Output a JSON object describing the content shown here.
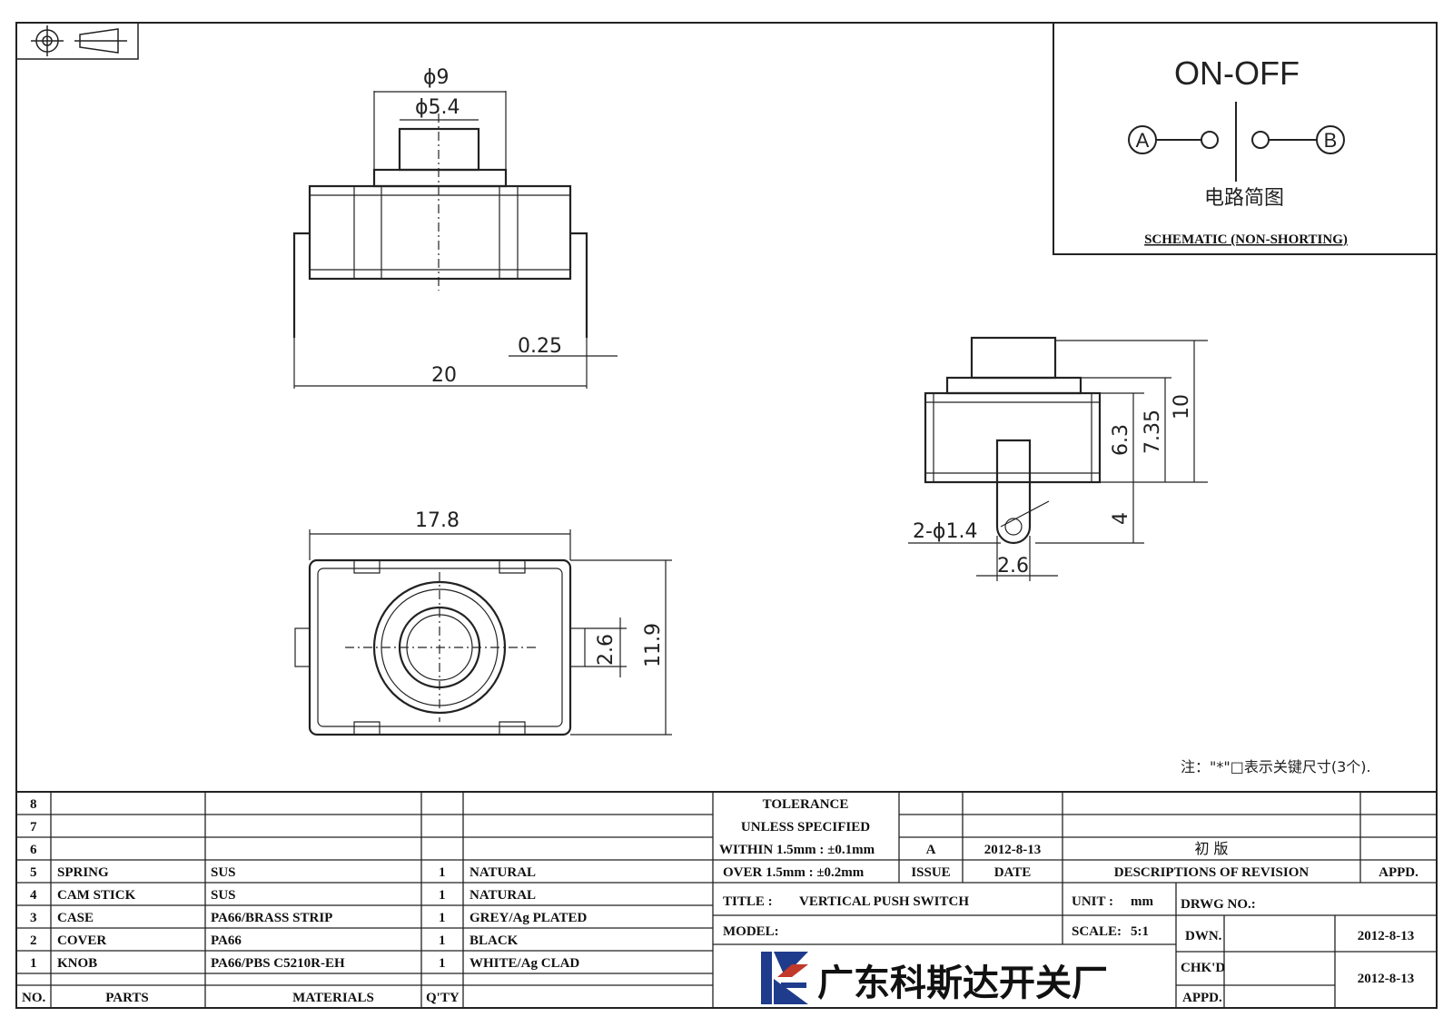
{
  "dimensions": {
    "top_view": {
      "phi9": "ϕ9",
      "phi5_4": "ϕ5.4",
      "d0_25": "0.25",
      "d20": "20"
    },
    "bottom_view": {
      "d17_8": "17.8",
      "d2_6": "2.6",
      "d11_9": "11.9"
    },
    "side_view": {
      "d6_3": "6.3",
      "d7_35": "7.35",
      "d10": "10",
      "d4": "4",
      "hole": "2-ϕ1.4",
      "d2_6": "2.6"
    }
  },
  "schematic": {
    "title": "ON-OFF",
    "terminal_a": "A",
    "terminal_b": "B",
    "cn_caption": "电路简图",
    "caption": "SCHEMATIC (NON-SHORTING)"
  },
  "note": "注：\"*\"□表示关键尺寸(3个).",
  "bom": {
    "headers": {
      "no": "NO.",
      "parts": "PARTS",
      "materials": "MATERIALS",
      "qty": "Q'TY"
    },
    "empty_rows": [
      "8",
      "7",
      "6"
    ],
    "rows": [
      {
        "no": "5",
        "part": "SPRING",
        "material": "SUS",
        "qty": "1",
        "finish": "NATURAL"
      },
      {
        "no": "4",
        "part": "CAM STICK",
        "material": "SUS",
        "qty": "1",
        "finish": "NATURAL"
      },
      {
        "no": "3",
        "part": "CASE",
        "material": "PA66/BRASS STRIP",
        "qty": "1",
        "finish": "GREY/Ag PLATED"
      },
      {
        "no": "2",
        "part": "COVER",
        "material": "PA66",
        "qty": "1",
        "finish": "BLACK"
      },
      {
        "no": "1",
        "part": "KNOB",
        "material": "PA66/PBS C5210R-EH",
        "qty": "1",
        "finish": "WHITE/Ag CLAD"
      }
    ]
  },
  "tolerance": {
    "line1": "TOLERANCE",
    "line2": "UNLESS  SPECIFIED",
    "line3": "WITHIN 1.5mm : ±0.1mm",
    "line4": "OVER 1.5mm : ±0.2mm"
  },
  "revision": {
    "issue": "A",
    "date": "2012-8-13",
    "description": "初 版",
    "issue_label": "ISSUE",
    "date_label": "DATE",
    "desc_label": "DESCRIPTIONS OF REVISION",
    "appd_label": "APPD."
  },
  "title_block": {
    "title_label": "TITLE :",
    "title": "VERTICAL PUSH SWITCH",
    "model_label": "MODEL:",
    "unit_label": "UNIT :",
    "unit": "mm",
    "scale_label": "SCALE:",
    "scale": "5:1",
    "drwg_label": "DRWG NO.:",
    "dwn_label": "DWN.",
    "dwn_date": "2012-8-13",
    "chkd_label": "CHK'D",
    "appd_label": "APPD.",
    "chk_date": "2012-8-13",
    "company": "广东科斯达开关厂"
  },
  "colors": {
    "logo_blue": "#1f3b8c",
    "logo_red": "#c0392b",
    "ink": "#222222"
  }
}
